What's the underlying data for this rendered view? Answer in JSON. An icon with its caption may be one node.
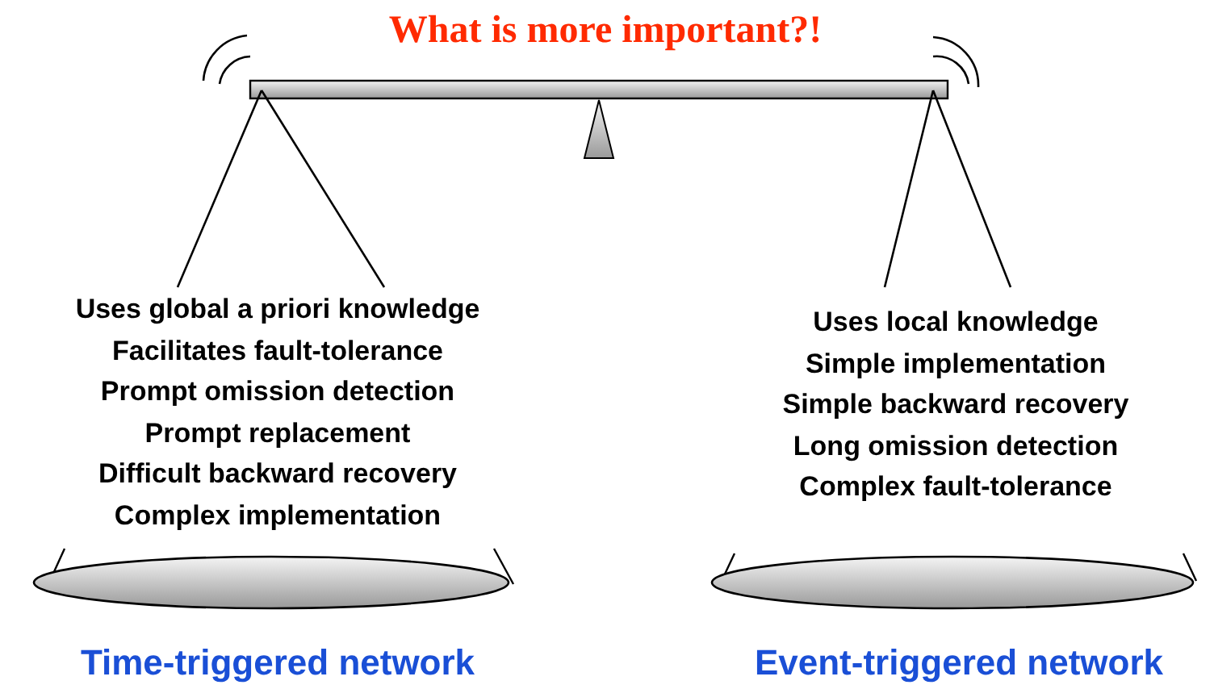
{
  "diagram": {
    "title": "What is more important?!",
    "nodes": [
      {
        "text": [],
        "shape": "ellipse",
        "beside": [
          "Time-triggered network"
        ]
      },
      {
        "text": [],
        "shape": "ellipse",
        "beside": [
          "Event-triggered network"
        ]
      }
    ],
    "labels": [
      "Uses global a priori knowledge",
      "Facilitates fault-tolerance",
      "Prompt omission detection",
      "Prompt replacement",
      "Difficult backward recovery",
      "Complex implementation",
      "Uses local knowledge",
      "Simple implementation",
      "Simple backward recovery",
      "Long omission detection",
      "Complex fault-tolerance"
    ]
  }
}
